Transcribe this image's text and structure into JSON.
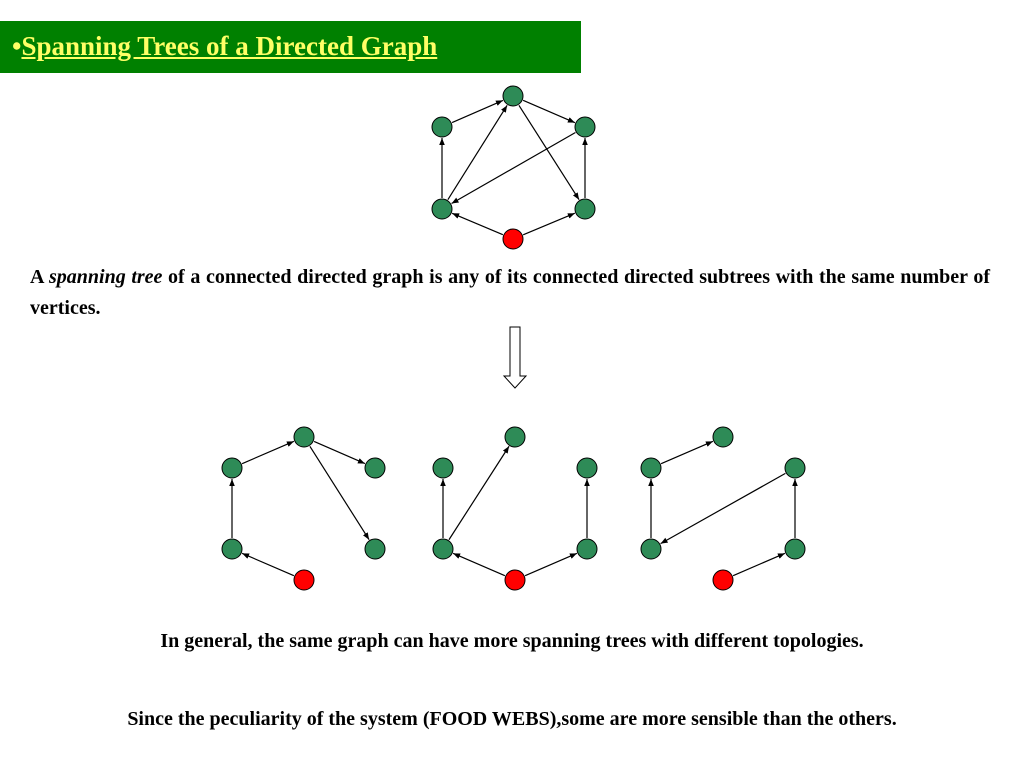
{
  "title": {
    "bullet": "•",
    "text": "Spanning Trees of a Directed Graph"
  },
  "definition": {
    "prefix": "A ",
    "term": "spanning tree",
    "suffix": " of a connected directed graph is any of its connected directed subtrees with the same number of vertices."
  },
  "notes": {
    "general": "In general, the same graph can have more spanning trees with different topologies.",
    "food_webs": "Since the peculiarity of the system (FOOD WEBS),some are more sensible than the others."
  },
  "colors": {
    "title_background": "#008000",
    "title_text": "#ffff66",
    "vertex": "#2e8b57",
    "root_vertex": "#ff0000",
    "edge": "#000000"
  },
  "graph": {
    "vertices": [
      "top",
      "upper-left",
      "upper-right",
      "lower-left",
      "lower-right",
      "root"
    ],
    "root": "root",
    "edges": [
      [
        "upper-left",
        "top"
      ],
      [
        "top",
        "upper-right"
      ],
      [
        "lower-left",
        "upper-left"
      ],
      [
        "lower-right",
        "upper-right"
      ],
      [
        "root",
        "lower-left"
      ],
      [
        "root",
        "lower-right"
      ],
      [
        "lower-left",
        "top"
      ],
      [
        "top",
        "lower-right"
      ],
      [
        "upper-right",
        "lower-left"
      ]
    ]
  },
  "spanning_trees": [
    {
      "edges": [
        [
          "root",
          "lower-left"
        ],
        [
          "lower-left",
          "upper-left"
        ],
        [
          "upper-left",
          "top"
        ],
        [
          "top",
          "upper-right"
        ],
        [
          "top",
          "lower-right"
        ]
      ]
    },
    {
      "edges": [
        [
          "root",
          "lower-left"
        ],
        [
          "root",
          "lower-right"
        ],
        [
          "lower-left",
          "upper-left"
        ],
        [
          "lower-left",
          "top"
        ],
        [
          "lower-right",
          "upper-right"
        ]
      ]
    },
    {
      "edges": [
        [
          "root",
          "lower-right"
        ],
        [
          "lower-right",
          "upper-right"
        ],
        [
          "upper-right",
          "lower-left"
        ],
        [
          "lower-left",
          "upper-left"
        ],
        [
          "upper-left",
          "top"
        ]
      ]
    }
  ]
}
